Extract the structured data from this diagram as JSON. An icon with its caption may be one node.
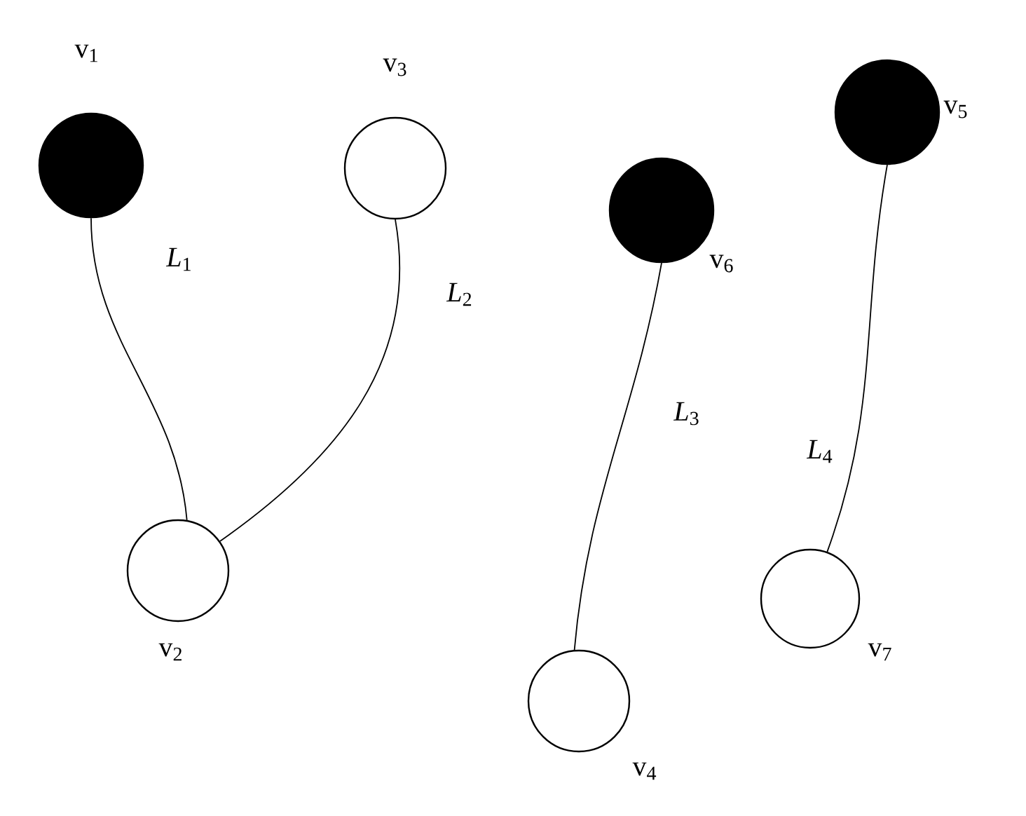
{
  "diagram": {
    "nodes": [
      {
        "text": [],
        "shape": "circle",
        "beside": [
          "v$_{1}$"
        ]
      },
      {
        "text": [],
        "shape": "circle",
        "beside": [
          "v$_{2}$"
        ]
      },
      {
        "text": [],
        "shape": "circle",
        "beside": [
          "v$_{3}$"
        ]
      },
      {
        "text": [],
        "shape": "circle",
        "beside": [
          "v$_{4}$"
        ]
      },
      {
        "text": [],
        "shape": "circle",
        "beside": [
          "v$_{5}$"
        ]
      },
      {
        "text": [],
        "shape": "circle",
        "beside": [
          "v$_{6}$"
        ]
      },
      {
        "text": [],
        "shape": "circle",
        "beside": [
          "v$_{7}$"
        ]
      }
    ],
    "edges": [
      {
        "from": 0,
        "to": 1,
        "arrow": "none",
        "label": "*L*$_{1}$"
      },
      {
        "from": 2,
        "to": 1,
        "arrow": "none",
        "label": "*L*$_{2}$"
      },
      {
        "from": 5,
        "to": 3,
        "arrow": "none",
        "label": "*L*$_{3}$"
      },
      {
        "from": 4,
        "to": 6,
        "arrow": "none",
        "label": "*L*$_{4}$"
      }
    ]
  }
}
